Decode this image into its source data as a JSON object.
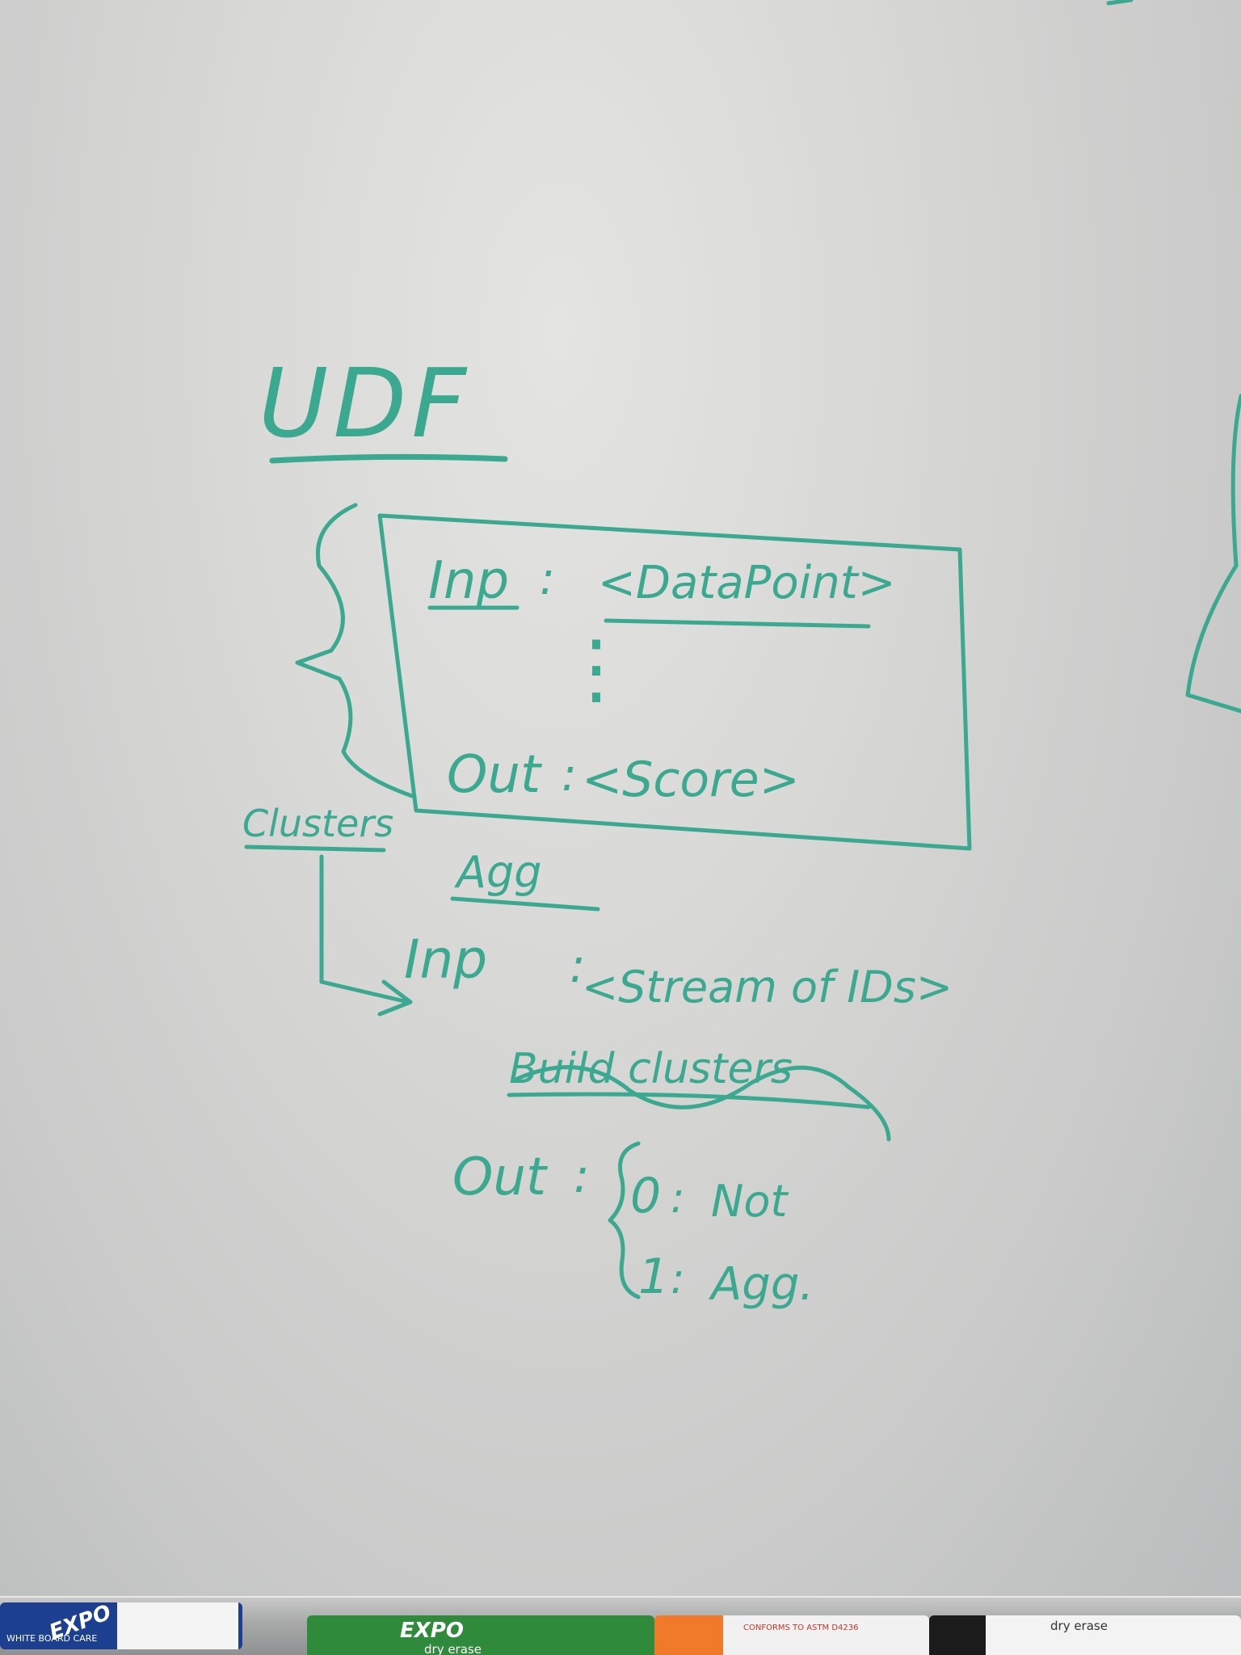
{
  "ink_color": "#3aa98f",
  "title": "UDF",
  "udf_box": {
    "input_label": "Inp",
    "input_value": "<DataPoint>",
    "ellipsis": "⋮",
    "output_label": "Out",
    "output_value": "<Score>"
  },
  "side_label": "Clusters",
  "agg_section": {
    "heading": "Agg",
    "input_label": "Inp",
    "input_value": "<Stream of IDs>",
    "struck_text": "Build clusters",
    "output_label": "Out",
    "options": [
      {
        "key": "0",
        "value": "Not"
      },
      {
        "key": "1",
        "value": "Agg."
      }
    ]
  },
  "marker_tray": {
    "markers": [
      {
        "brand": "EXPO",
        "subtext": "WHITE BOARD CARE",
        "color": "#1c3f8f"
      },
      {
        "brand": "EXPO",
        "subtext": "dry erase",
        "color": "#2f8a3c"
      },
      {
        "brand": "",
        "subtext": "CONFORMS TO ASTM D4236",
        "color": "#f07a2a"
      },
      {
        "brand": "",
        "subtext": "dry erase",
        "color": "#1b1b1b"
      }
    ]
  }
}
